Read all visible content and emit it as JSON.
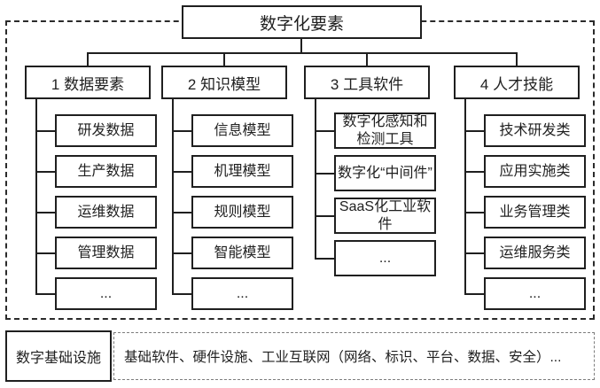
{
  "diagram": {
    "root_label": "数字化要素",
    "columns": [
      {
        "title": "1 数据要素",
        "items": [
          "研发数据",
          "生产数据",
          "运维数据",
          "管理数据",
          "..."
        ]
      },
      {
        "title": "2 知识模型",
        "items": [
          "信息模型",
          "机理模型",
          "规则模型",
          "智能模型",
          "..."
        ]
      },
      {
        "title": "3 工具软件",
        "items": [
          "数字化感知和检测工具",
          "数字化“中间件”",
          "SaaS化工业软件",
          "..."
        ]
      },
      {
        "title": "4 人才技能",
        "items": [
          "技术研发类",
          "应用实施类",
          "业务管理类",
          "运维服务类",
          "..."
        ]
      }
    ],
    "foundation": {
      "label": "数字基础设施",
      "description": "基础软件、硬件设施、工业互联网（网络、标识、平台、数据、安全）..."
    },
    "colors": {
      "line": "#1f1f1f",
      "background": "#ffffff"
    }
  }
}
